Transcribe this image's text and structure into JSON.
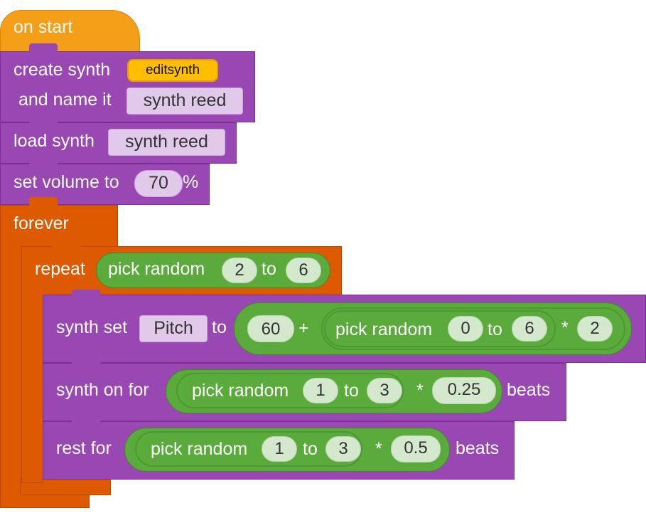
{
  "blocks": {
    "on_start": {
      "label": "on start"
    },
    "create_synth": {
      "label": "create synth",
      "variable": "editsynth",
      "name_label": "and name it",
      "name_value": "synth reed"
    },
    "load_synth": {
      "label": "load synth",
      "value": "synth reed"
    },
    "set_volume": {
      "label": "set volume to",
      "value": "70",
      "unit": "%"
    },
    "forever": {
      "label": "forever"
    },
    "repeat": {
      "label": "repeat",
      "random_label": "pick random",
      "from": "2",
      "to_label": "to",
      "to": "6"
    },
    "synth_set": {
      "label": "synth set",
      "param": "Pitch",
      "to_label": "to",
      "base": "60",
      "plus": "+",
      "random_label": "pick random",
      "from": "0",
      "to_word": "to",
      "to": "6",
      "times": "*",
      "factor": "2"
    },
    "synth_on": {
      "label": "synth on for",
      "random_label": "pick random",
      "from": "1",
      "to_word": "to",
      "to": "3",
      "times": "*",
      "factor": "0.25",
      "unit": "beats"
    },
    "rest": {
      "label": "rest for",
      "random_label": "pick random",
      "from": "1",
      "to_word": "to",
      "to": "3",
      "times": "*",
      "factor": "0.5",
      "unit": "beats"
    }
  }
}
